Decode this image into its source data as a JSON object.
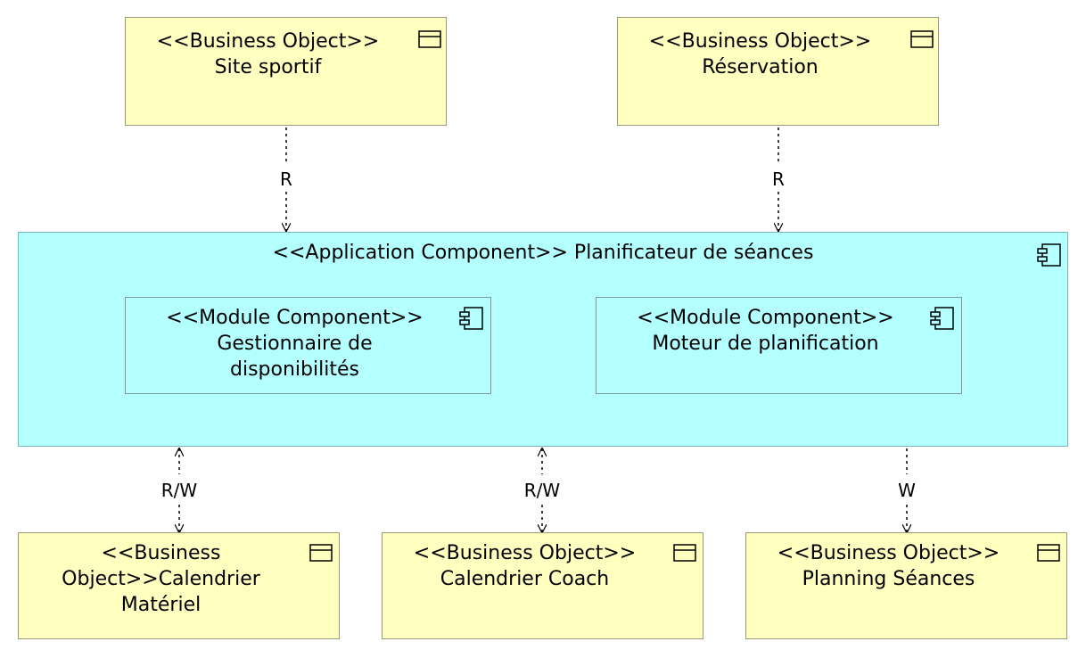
{
  "business_objects": {
    "site_sportif": "<<Business Object>>\nSite sportif",
    "reservation": "<<Business Object>>\nRéservation",
    "calendrier_materiel": "<<Business\nObject>>Calendrier\nMatériel",
    "calendrier_coach": "<<Business Object>>\nCalendrier Coach",
    "planning_seances": "<<Business Object>>\nPlanning  Séances"
  },
  "application_component": {
    "label": "<<Application Component>> Planificateur de séances",
    "modules": {
      "gestionnaire": "<<Module Component>>\nGestionnaire de\ndisponibilités",
      "moteur": "<<Module Component>>\nMoteur de planification"
    }
  },
  "connectors": {
    "site_to_app": "R",
    "reservation_to_app": "R",
    "app_materiel": "R/W",
    "app_coach": "R/W",
    "app_planning": "W"
  },
  "icons": {
    "business_object": "business-object-icon",
    "component": "component-icon"
  },
  "colors": {
    "business_object_fill": "#ffffc0",
    "application_fill": "#b4ffff"
  }
}
